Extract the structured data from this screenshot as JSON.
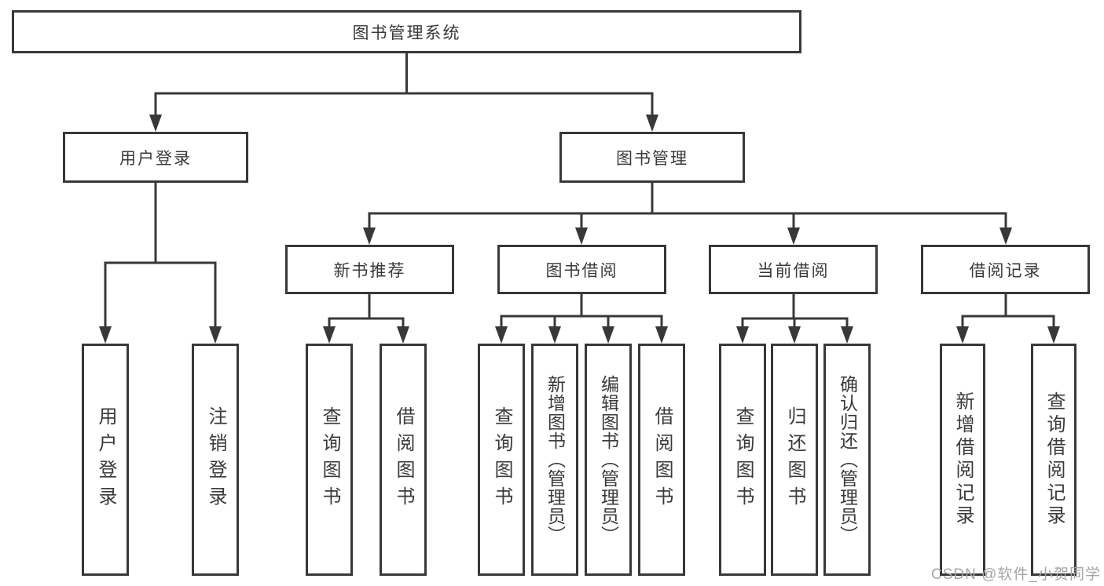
{
  "diagram_type": "hierarchy-tree",
  "colors": {
    "background": "#ffffff",
    "line": "#383838",
    "box_border": "#383838",
    "text": "#3a3a3a",
    "watermark": "#a5a5a5"
  },
  "tree": {
    "label": "图书管理系统",
    "children": [
      {
        "label": "用户登录",
        "children": [
          {
            "label": "用户登录"
          },
          {
            "label": "注销登录"
          }
        ]
      },
      {
        "label": "图书管理",
        "children": [
          {
            "label": "新书推荐",
            "children": [
              {
                "label": "查询图书"
              },
              {
                "label": "借阅图书"
              }
            ]
          },
          {
            "label": "图书借阅",
            "children": [
              {
                "label": "查询图书"
              },
              {
                "label": "新增图书（管理员）"
              },
              {
                "label": "编辑图书（管理员）"
              },
              {
                "label": "借阅图书"
              }
            ]
          },
          {
            "label": "当前借阅",
            "children": [
              {
                "label": "查询图书"
              },
              {
                "label": "归还图书"
              },
              {
                "label": "确认归还（管理员）"
              }
            ]
          },
          {
            "label": "借阅记录",
            "children": [
              {
                "label": "新增借阅记录"
              },
              {
                "label": "查询借阅记录"
              }
            ]
          }
        ]
      }
    ]
  },
  "watermark": {
    "text": "CSDN @软件_小贺同学"
  }
}
